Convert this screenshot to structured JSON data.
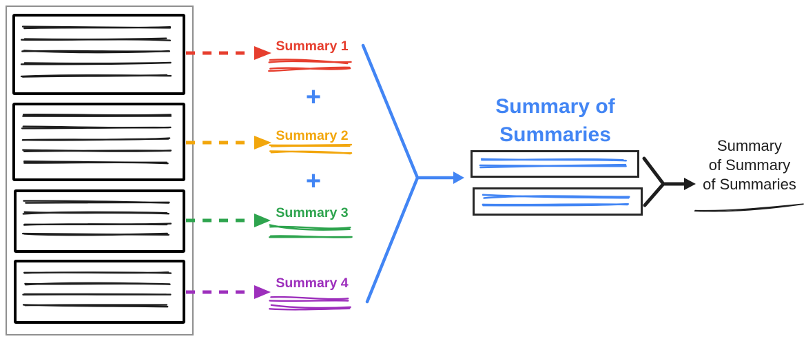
{
  "colors": {
    "red": "#E63E2E",
    "yellow": "#F2A60C",
    "green": "#2EA44E",
    "purple": "#9D2FBC",
    "blue": "#4285F4",
    "ink": "#1E1E1E",
    "frame": "#8F8F8F"
  },
  "source_panel": {
    "documents": [
      {
        "name": "document-1",
        "color": "red",
        "text_lines": 5
      },
      {
        "name": "document-2",
        "color": "yellow",
        "text_lines": 5
      },
      {
        "name": "document-3",
        "color": "green",
        "text_lines": 4
      },
      {
        "name": "document-4",
        "color": "purple",
        "text_lines": 4
      }
    ]
  },
  "stage1": {
    "plus_sign": "+",
    "summaries": [
      {
        "label": "Summary 1",
        "color": "red"
      },
      {
        "label": "Summary 2",
        "color": "yellow"
      },
      {
        "label": "Summary 3",
        "color": "green"
      },
      {
        "label": "Summary 4",
        "color": "purple"
      }
    ]
  },
  "stage2": {
    "title": "Summary of Summaries",
    "box_count": 2,
    "box_text_lines": 2
  },
  "stage3": {
    "label_lines": [
      "Summary",
      "of Summary",
      "of Summaries"
    ]
  }
}
